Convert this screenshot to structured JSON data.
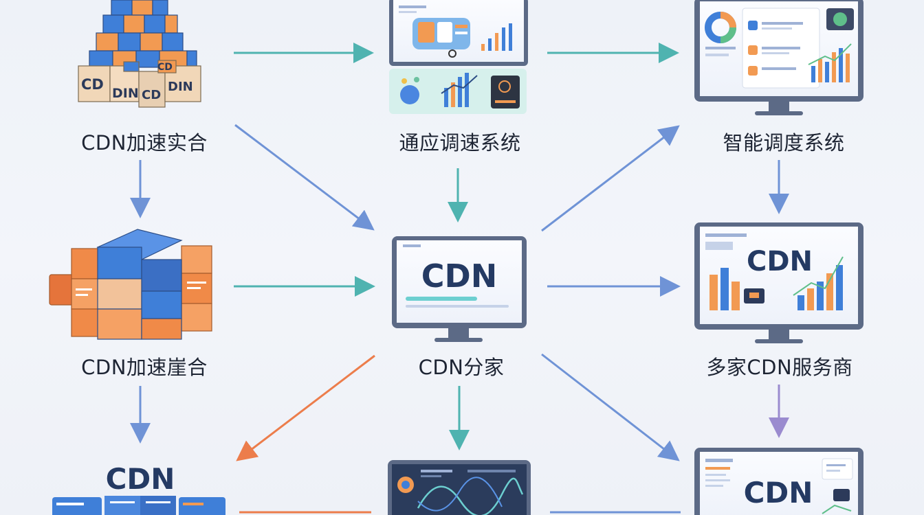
{
  "nodes": {
    "top_left": {
      "label": "CDN加速实合",
      "cube_text_1": "CD",
      "cube_text_2": "CD",
      "cube_text_3": "DIN",
      "cube_text_4": "CD",
      "cube_text_5": "DIN"
    },
    "top_center": {
      "label": "通应调速系统"
    },
    "top_right": {
      "label": "智能调度系统"
    },
    "mid_left": {
      "label": "CDN加速崖合"
    },
    "mid_center": {
      "label": "CDN分家",
      "screen_text": "CDN"
    },
    "mid_right": {
      "label": "多家CDN服务商",
      "screen_text": "CDN"
    },
    "bottom_left": {
      "title": "CDN"
    },
    "bottom_center": {},
    "bottom_right": {
      "screen_text": "CDN"
    }
  },
  "colors": {
    "arrow_teal": "#4fb3b0",
    "arrow_blue": "#6f93d6",
    "arrow_orange": "#ec7d4b",
    "arrow_purple": "#9a8bcf",
    "cube_blue": "#3f7fd8",
    "cube_orange": "#f29a52",
    "monitor_frame": "#5c6a86",
    "text_dark": "#243a63"
  }
}
